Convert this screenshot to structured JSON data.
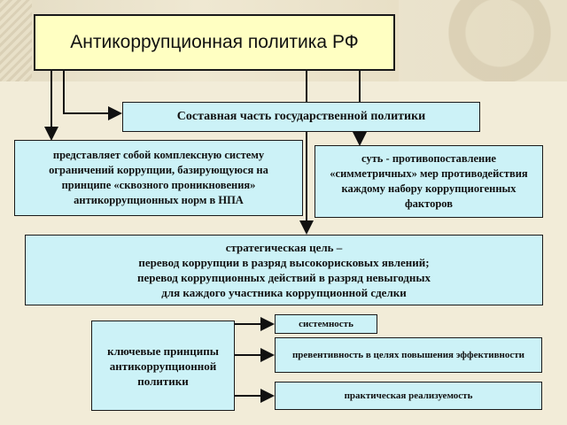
{
  "title": "Антикоррупционная политика РФ",
  "component": "Составная часть государственной политики",
  "left_box": "представляет собой комплексную систему ограничений коррупции, базирующуюся на принципе «сквозного проникновения» антикоррупционных норм в НПА",
  "right_box": "суть - противопоставление «симметричных» мер противодействия каждому набору коррупциогенных факторов",
  "goal_lines": [
    "стратегическая цель –",
    "перевод коррупции в разряд высокорисковых явлений;",
    "перевод коррупционных действий в разряд невыгодных",
    "для каждого участника коррупционной сделки"
  ],
  "principles_title": "ключевые принципы антикоррупционной политики",
  "principles": [
    "системность",
    "превентивность в целях повышения эффективности",
    "практическая реализуемость"
  ]
}
